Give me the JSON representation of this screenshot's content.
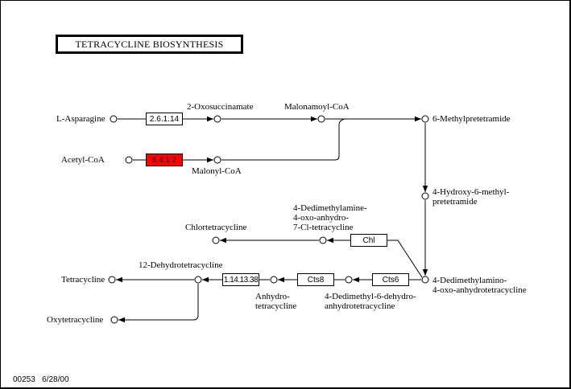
{
  "title": "TETRACYCLINE BIOSYNTHESIS",
  "footer": {
    "map_id": "00253",
    "date": "6/28/00"
  },
  "colors": {
    "highlight": "#ff0000",
    "line": "#000000",
    "background": "#ffffff"
  },
  "compounds": {
    "l_asparagine": "L-Asparagine",
    "acetyl_coa": "Acetyl-CoA",
    "oxosuccinamate": "2-Oxosuccinamate",
    "malonyl_coa": "Malonyl-CoA",
    "malonamoyl_coa": "Malonamoyl-CoA",
    "methylpretetramide": "6-Methylpretetramide",
    "hydroxy_methyl_1": "4-Hydroxy-6-methyl-",
    "hydroxy_methyl_2": "pretetramide",
    "dedimethylamine_1": "4-Dedimethylamine-",
    "dedimethylamine_2": "4-oxo-anhydro-",
    "dedimethylamine_3": "7-Cl-tetracycline",
    "chlortetracycline": "Chlortetracycline",
    "dedimethylamino_1": "4-Dedimethylamino-",
    "dedimethylamino_2": "4-oxo-anhydrotetracycline",
    "dedimethyl_dehydro_1": "4-Dedimethyl-6-dehydro-",
    "dedimethyl_dehydro_2": "anhydrotetracycline",
    "anhydro_1": "Anhydro-",
    "anhydro_2": "tetracycline",
    "dehydrotetracycline": "12-Dehydrotetracycline",
    "tetracycline": "Tetracycline",
    "oxytetracycline": "Oxytetracycline"
  },
  "enzymes": {
    "e_2_6_1_14": {
      "label": "2.6.1.14",
      "highlighted": false
    },
    "e_6_4_1_2": {
      "label": "6.4.1.2",
      "highlighted": true
    },
    "chl": {
      "label": "Chl",
      "highlighted": false
    },
    "cts8": {
      "label": "Cts8",
      "highlighted": false
    },
    "cts6": {
      "label": "Cts6",
      "highlighted": false
    },
    "e_1_14_13_38": {
      "label": "1.14.13.38",
      "highlighted": false
    }
  }
}
